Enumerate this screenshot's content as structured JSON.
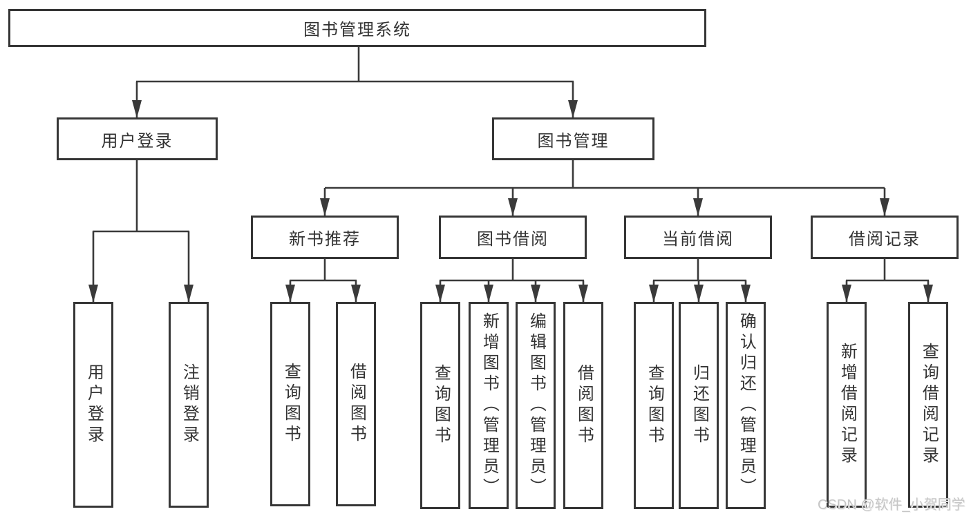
{
  "title": "图书管理系统",
  "tree": {
    "root": {
      "label": "图书管理系统"
    },
    "branches": [
      {
        "label": "用户登录",
        "children": [
          {
            "label": "用户登录"
          },
          {
            "label": "注销登录"
          }
        ]
      },
      {
        "label": "图书管理",
        "children": [
          {
            "label": "新书推荐",
            "children": [
              {
                "label": "查询图书"
              },
              {
                "label": "借阅图书"
              }
            ]
          },
          {
            "label": "图书借阅",
            "children": [
              {
                "label": "查询图书"
              },
              {
                "label": "新增图书（管理员）"
              },
              {
                "label": "编辑图书（管理员）"
              },
              {
                "label": "借阅图书"
              }
            ]
          },
          {
            "label": "当前借阅",
            "children": [
              {
                "label": "查询图书"
              },
              {
                "label": "归还图书"
              },
              {
                "label": "确认归还（管理员）"
              }
            ]
          },
          {
            "label": "借阅记录",
            "children": [
              {
                "label": "新增借阅记录"
              },
              {
                "label": "查询借阅记录"
              }
            ]
          }
        ]
      }
    ]
  },
  "watermark": "CSDN @软件_小贺同学",
  "colors": {
    "line": "#3a3a3a",
    "border": "#363636",
    "text": "#333333",
    "watermark": "#c6c6c6",
    "background": "#ffffff"
  }
}
